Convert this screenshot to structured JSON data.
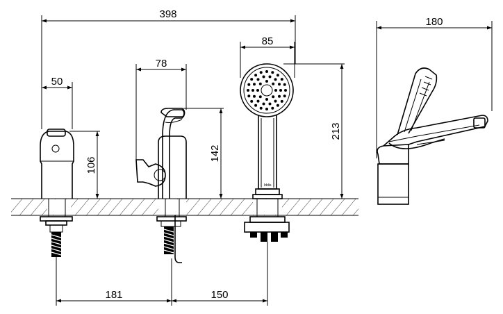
{
  "dimensions": {
    "total_width": "398",
    "handle_width": "50",
    "spout_width": "78",
    "shower_head_width": "85",
    "side_depth": "180",
    "handle_height": "106",
    "spout_height": "142",
    "shower_height": "213",
    "spacing_left": "181",
    "spacing_right": "150"
  },
  "shower_brand": "Iddis"
}
